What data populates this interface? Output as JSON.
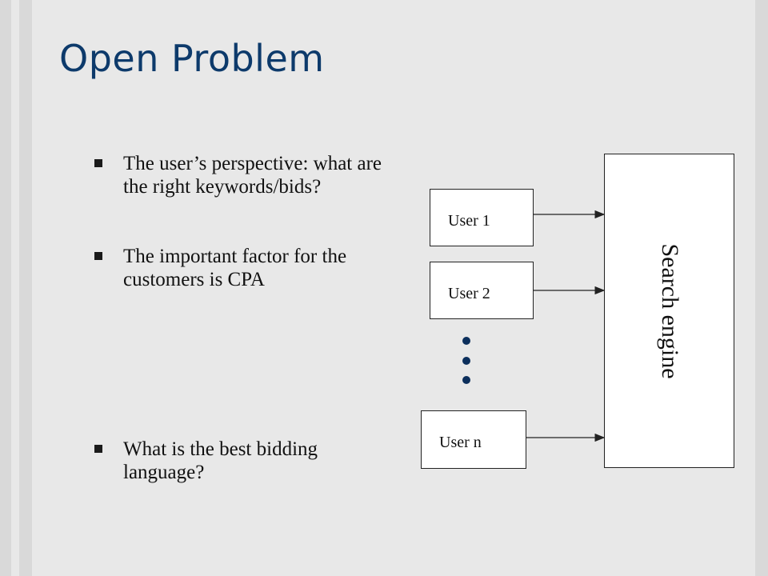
{
  "slide": {
    "title": "Open Problem",
    "bullets": [
      "The user’s perspective: what are the right keywords/bids?",
      "The important factor for the customers is CPA",
      "What is the best bidding language?"
    ]
  },
  "diagram": {
    "users": [
      "User 1",
      "User 2",
      "User n"
    ],
    "engine_label": "Search engine",
    "colors": {
      "dot": "#0c2f5c",
      "title": "#0d3a6b"
    }
  }
}
